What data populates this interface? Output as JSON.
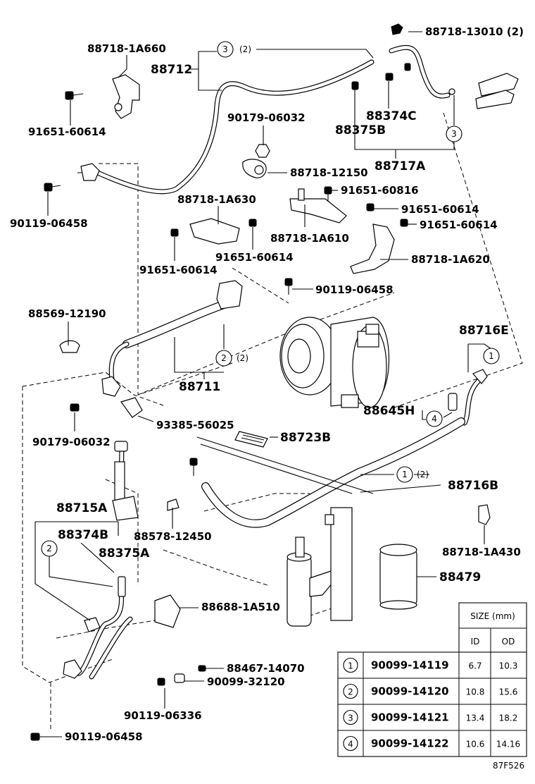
{
  "labels": {
    "p1": "88718-13010 (2)",
    "p2": "88718-1A660",
    "p3": "88712",
    "p4": "(2)",
    "p5": "90179-06032",
    "p6": "88374C",
    "p7": "88375B",
    "p8": "91651-60614",
    "p9": "88717A",
    "p10": "88718-12150",
    "p11": "90119-06458",
    "p12": "91651-60816",
    "p13": "88718-1A630",
    "p14": "91651-60614",
    "p15": "91651-60614",
    "p16": "88718-1A610",
    "p17": "91651-60614",
    "p18": "91651-60614",
    "p19": "88718-1A620",
    "p20": "90119-06458",
    "p21": "88569-12190",
    "p22": "88716E",
    "p23": "(2)",
    "p24": "88711",
    "p25": "88645H",
    "p26": "93385-56025",
    "p27": "88723B",
    "p28": "90179-06032",
    "p29": "(2)",
    "p30": "88716B",
    "p31": "88715A",
    "p32": "88374B",
    "p33": "88578-12450",
    "p34": "88375A",
    "p35": "88718-1A430",
    "p36": "88479",
    "p37": "88688-1A510",
    "p38": "88467-14070",
    "p39": "90099-32120",
    "p40": "90119-06336",
    "p41": "90119-06458",
    "figure_code": "87F526"
  },
  "callouts": {
    "c_top_3": "3",
    "c_right_3": "3",
    "c_mid_2": "2",
    "c_right_1": "1",
    "c_right_4": "4",
    "c_mid_1": "1",
    "c_left_2": "2"
  },
  "table": {
    "size_header": "SIZE (mm)",
    "id_header": "ID",
    "od_header": "OD",
    "rows": [
      {
        "num": "1",
        "part": "90099-14119",
        "id": "6.7",
        "od": "10.3"
      },
      {
        "num": "2",
        "part": "90099-14120",
        "id": "10.8",
        "od": "15.6"
      },
      {
        "num": "3",
        "part": "90099-14121",
        "id": "13.4",
        "od": "18.2"
      },
      {
        "num": "4",
        "part": "90099-14122",
        "id": "10.6",
        "od": "14.16"
      }
    ]
  }
}
